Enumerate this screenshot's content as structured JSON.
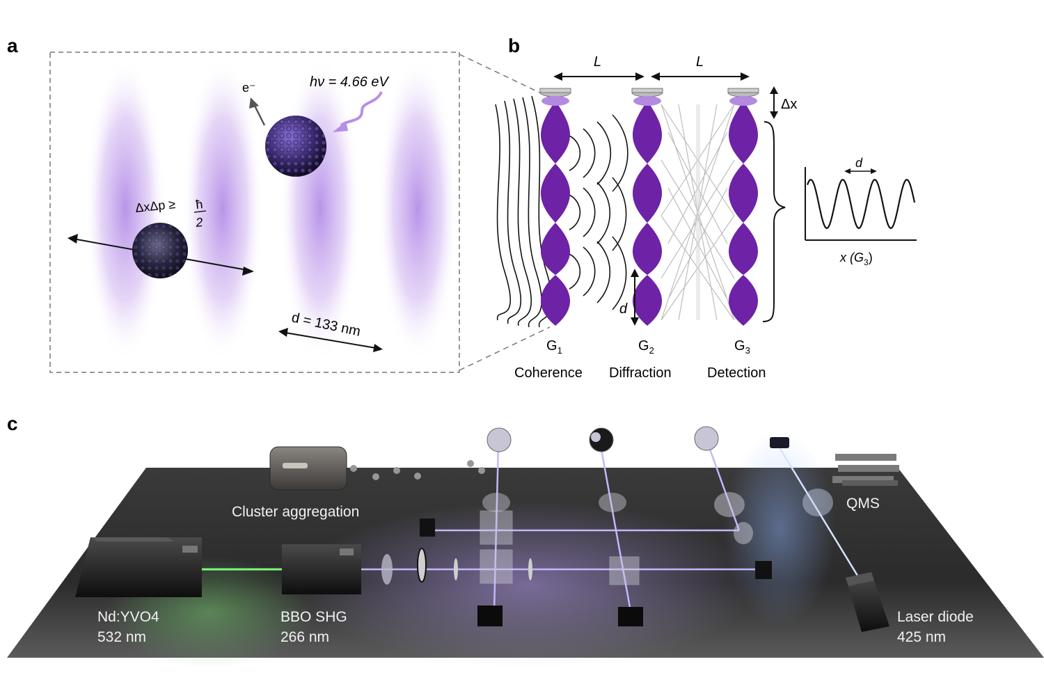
{
  "panels": {
    "a": {
      "letter": "a",
      "photon_label": "hν = 4.66 eV",
      "electron_label": "e⁻",
      "uncertainty_lhs": "ΔxΔp ≥",
      "uncertainty_num": "ħ",
      "uncertainty_den": "2",
      "period_label": "d = 133 nm"
    },
    "b": {
      "letter": "b",
      "length_label_1": "L",
      "length_label_2": "L",
      "dx_label": "Δx",
      "d_label": "d",
      "plot_d_label": "d",
      "plot_x_label": "x (G",
      "plot_x_sub": "3",
      "plot_x_close": ")",
      "gratings": [
        {
          "symbol": "G",
          "sub": "1",
          "role": "Coherence"
        },
        {
          "symbol": "G",
          "sub": "2",
          "role": "Diffraction"
        },
        {
          "symbol": "G",
          "sub": "3",
          "role": "Detection"
        }
      ]
    },
    "c": {
      "letter": "c",
      "cluster_label": "Cluster aggregation",
      "qms_label": "QMS",
      "laser1_name": "Nd:YVO4",
      "laser1_wl": "532 nm",
      "shg_name": "BBO SHG",
      "shg_wl": "266 nm",
      "diode_name": "Laser diode",
      "diode_wl": "425 nm"
    }
  },
  "colors": {
    "accent_purple": "#6e22a6",
    "laser_uv": "#b9a6ff",
    "laser_green": "#7dff7a",
    "table": "#2a2a2a"
  }
}
